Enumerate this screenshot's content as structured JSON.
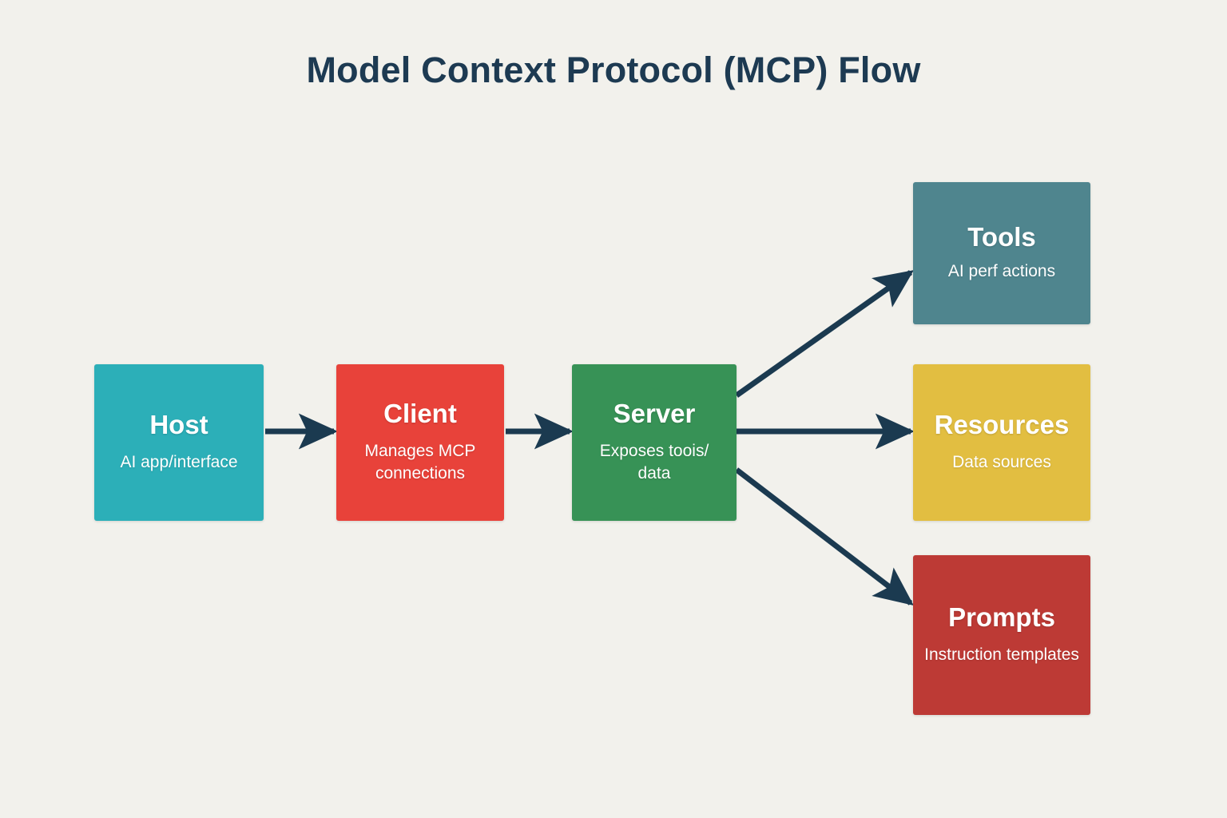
{
  "diagram": {
    "title": "Model Context Protocol (MCP) Flow",
    "background_color": "#f2f1ec",
    "arrow_color": "#1b3a50",
    "title_color": "#1d3a52",
    "nodes": [
      {
        "id": "host",
        "title": "Host",
        "subtitle": "AI app/interface",
        "color": "#2cafb8",
        "text_color": "#ffffff"
      },
      {
        "id": "client",
        "title": "Client",
        "subtitle": "Manages MCP connections",
        "color": "#e8423a",
        "text_color": "#ffffff"
      },
      {
        "id": "server",
        "title": "Server",
        "subtitle": "Exposes toois/ data",
        "color": "#379256",
        "text_color": "#ffffff"
      },
      {
        "id": "tools",
        "title": "Tools",
        "subtitle": "AI perf actions",
        "color": "#4f858e",
        "text_color": "#ffffff"
      },
      {
        "id": "resources",
        "title": "Resources",
        "subtitle": "Data sources",
        "color": "#e2be41",
        "text_color": "#ffffff"
      },
      {
        "id": "prompts",
        "title": "Prompts",
        "subtitle": "Instruction templates",
        "color": "#bd3a35",
        "text_color": "#ffffff"
      }
    ],
    "edges": [
      {
        "id": "host-to-client",
        "from": "host",
        "to": "client",
        "label": ""
      },
      {
        "id": "client-to-server",
        "from": "client",
        "to": "server",
        "label": ""
      },
      {
        "id": "server-to-tools",
        "from": "server",
        "to": "tools",
        "label": ""
      },
      {
        "id": "server-to-resources",
        "from": "server",
        "to": "resources",
        "label": ""
      },
      {
        "id": "server-to-prompts",
        "from": "server",
        "to": "prompts",
        "label": ""
      }
    ]
  }
}
